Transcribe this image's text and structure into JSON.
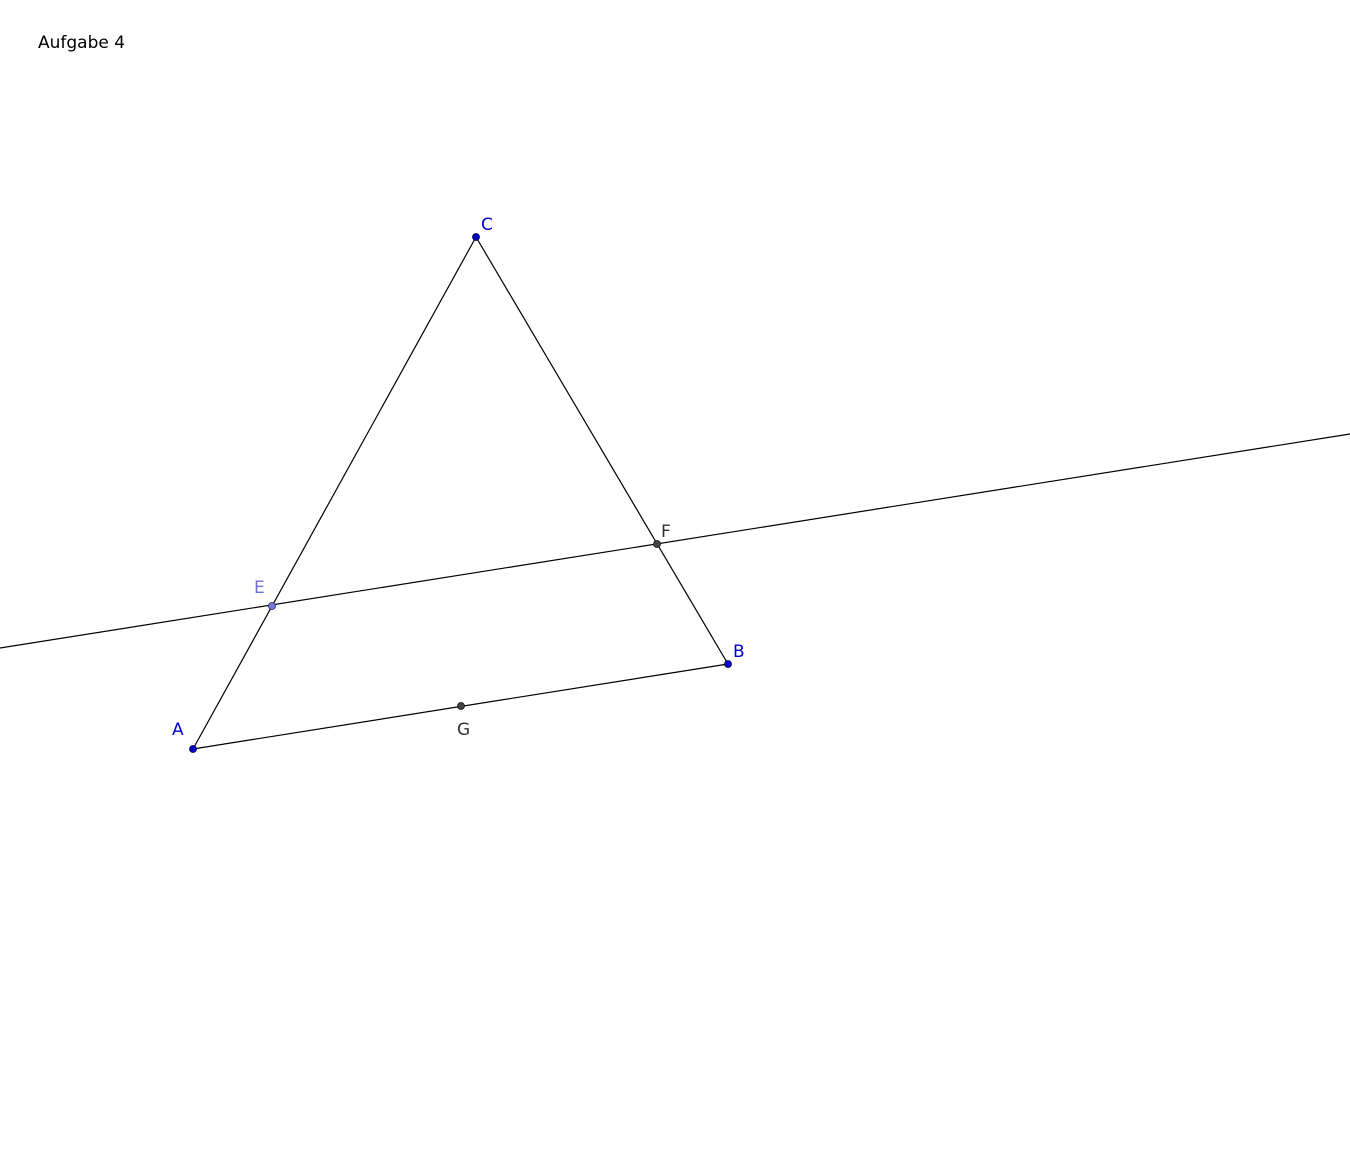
{
  "title": "Aufgabe 4",
  "colors": {
    "line": "#000000",
    "vertex": "#0000cc",
    "vertex_label": "#0000cc",
    "point_e": "#7777dd",
    "point_e_label": "#6f6fd6",
    "derived_point": "#444444",
    "derived_label": "#333333"
  },
  "points": {
    "A": {
      "label": "A"
    },
    "B": {
      "label": "B"
    },
    "C": {
      "label": "C"
    },
    "E": {
      "label": "E"
    },
    "F": {
      "label": "F"
    },
    "G": {
      "label": "G"
    }
  }
}
